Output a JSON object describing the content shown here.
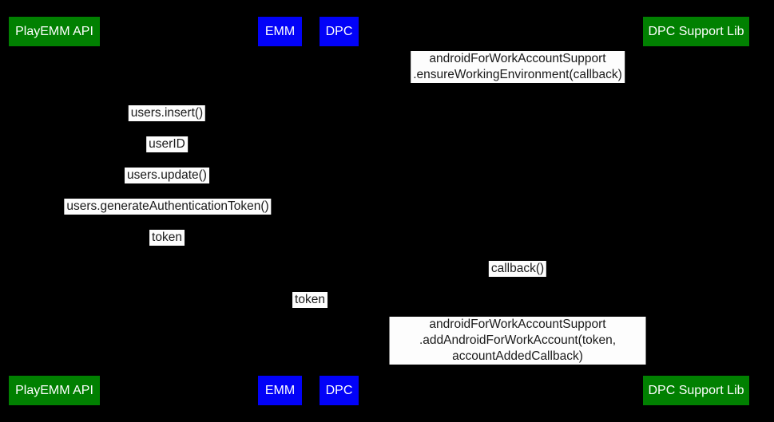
{
  "diagram": {
    "type": "sequence-diagram",
    "background_color": "#000000",
    "label_bg_color": "#fdfdfd",
    "label_text_color": "#1a1a1a",
    "actor_text_color": "#ffffff",
    "actors": [
      {
        "id": "playemm-api",
        "label": "PlayEMM API",
        "color": "#018001"
      },
      {
        "id": "emm",
        "label": "EMM",
        "color": "#0202f8"
      },
      {
        "id": "dpc",
        "label": "DPC",
        "color": "#0202f8"
      },
      {
        "id": "dpc-support-lib",
        "label": "DPC Support Lib",
        "color": "#018001"
      }
    ],
    "messages": [
      {
        "text": "androidForWorkAccountSupport\n.ensureWorkingEnvironment(callback)"
      },
      {
        "text": "users.insert()"
      },
      {
        "text": "userID"
      },
      {
        "text": "users.update()"
      },
      {
        "text": "users.generateAuthenticationToken()"
      },
      {
        "text": "token"
      },
      {
        "text": "callback()"
      },
      {
        "text": "token"
      },
      {
        "text": "androidForWorkAccountSupport\n.addAndroidForWorkAccount(token, accountAddedCallback)"
      }
    ]
  }
}
